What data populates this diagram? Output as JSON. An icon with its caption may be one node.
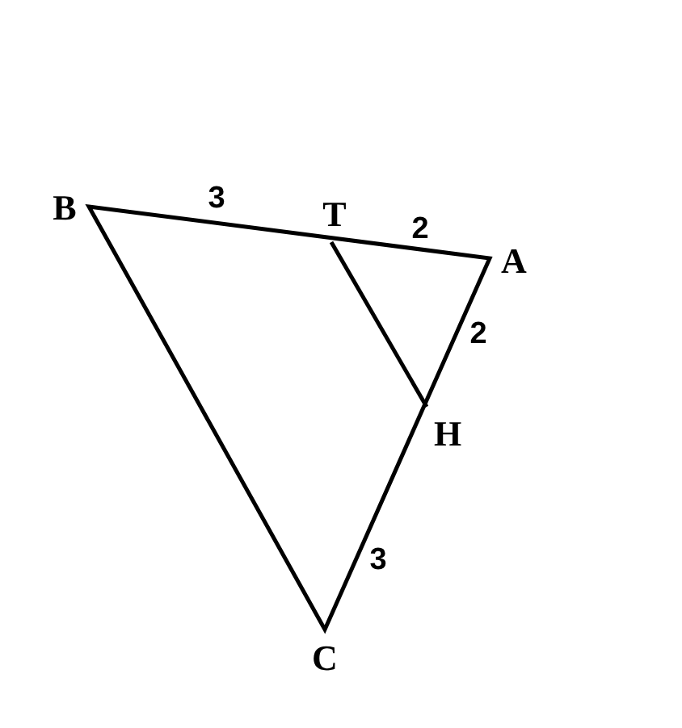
{
  "diagram": {
    "labels": [
      "B",
      "3",
      "T",
      "2",
      "A",
      "2",
      "H",
      "3",
      "C"
    ]
  }
}
